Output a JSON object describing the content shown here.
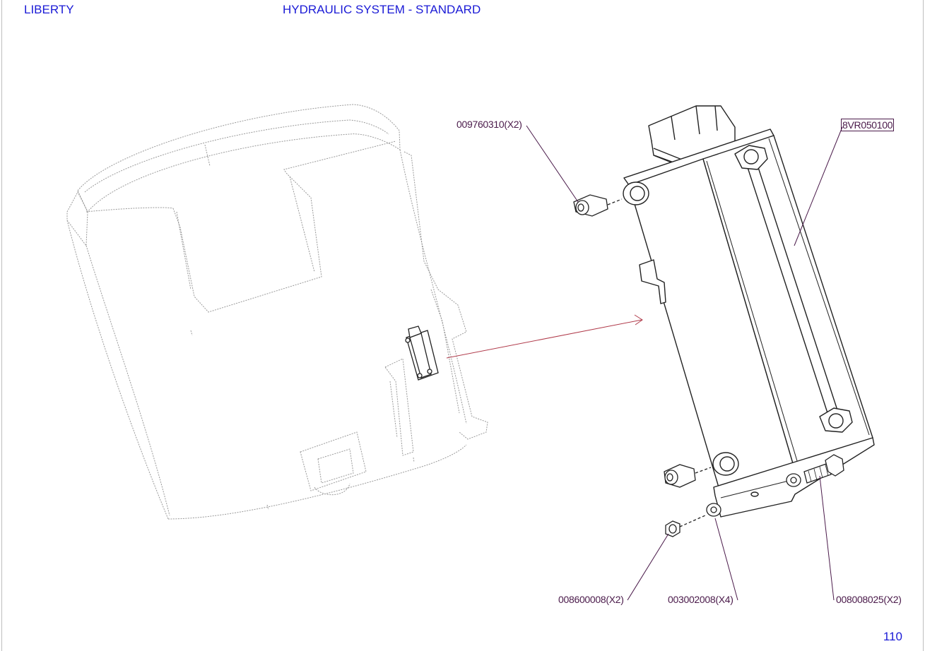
{
  "header": {
    "brand": "LIBERTY",
    "section_title": "HYDRAULIC SYSTEM - STANDARD"
  },
  "page_number": "110",
  "colors": {
    "header_text": "#1a1ad6",
    "part_label": "#4a1a4a",
    "leader_line": "#4a1a4a",
    "arrow": "#b03a4a",
    "drawing": "#222222",
    "ghost": "#9a9a9a"
  },
  "callouts": {
    "fitting_top": "009760310(X2)",
    "tank_assembly": "8VR050100",
    "nut": "008600008(X2)",
    "washer": "003002008(X4)",
    "bolt": "008008025(X2)"
  }
}
